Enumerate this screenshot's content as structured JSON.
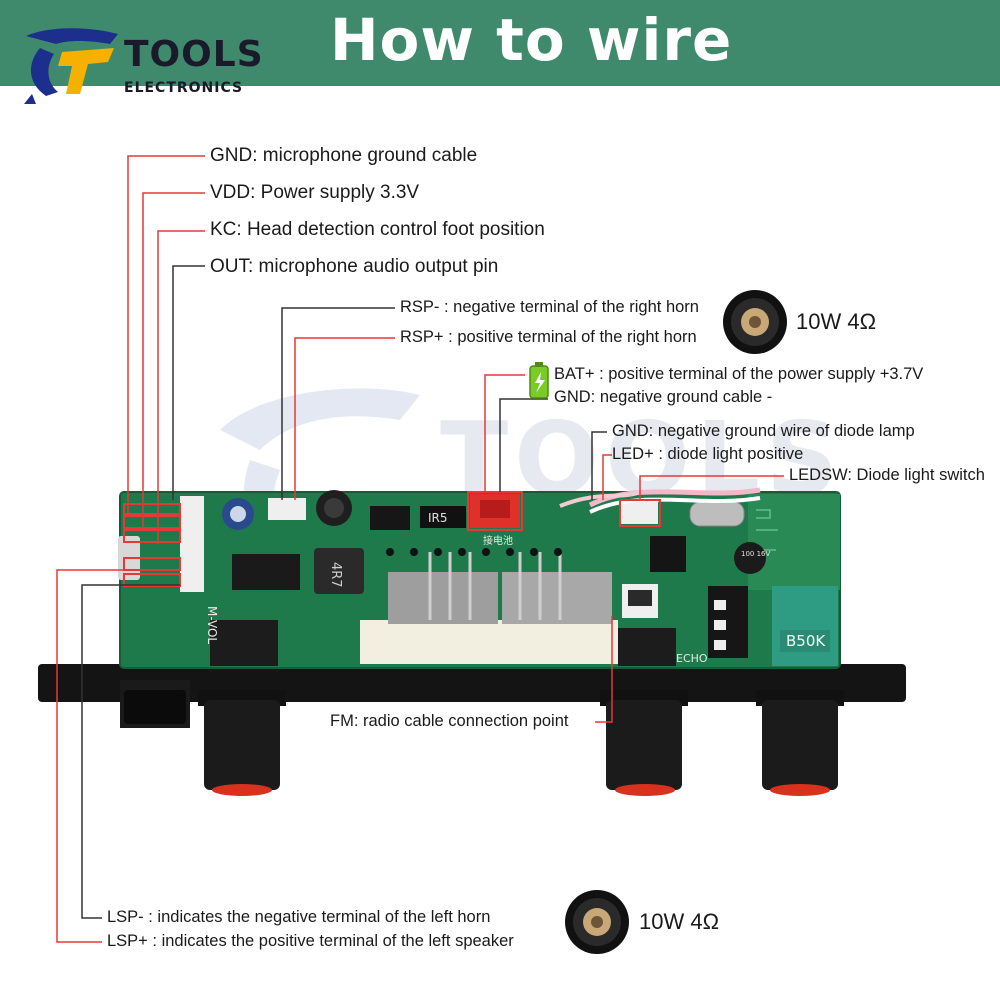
{
  "header": {
    "title": "How to wire",
    "bg_color": "#3f8a6c"
  },
  "logo": {
    "line1": "TOOLS",
    "line2": "ELECTRONICS"
  },
  "watermark": "TOOLS",
  "mic_labels": {
    "gnd": "GND: microphone ground cable",
    "vdd": "VDD: Power supply 3.3V",
    "kc": "KC: Head detection control foot position",
    "out": "OUT: microphone audio output pin"
  },
  "right_speaker": {
    "rsp_minus": "RSP- : negative terminal of the right horn",
    "rsp_plus": "RSP+ : positive terminal of the right horn",
    "rating": "10W 4Ω"
  },
  "power": {
    "bat_plus": "BAT+ : positive terminal of the power supply +3.7V",
    "gnd": "GND: negative ground cable -"
  },
  "diode": {
    "gnd": "GND: negative ground wire of diode lamp",
    "led_plus": "LED+ : diode light positive",
    "ledsw": "LEDSW: Diode light switch"
  },
  "fm": {
    "label": "FM: radio cable connection point"
  },
  "left_speaker": {
    "lsp_minus": "LSP- : indicates the negative terminal of the left horn",
    "lsp_plus": "LSP+ : indicates the positive terminal of the left speaker",
    "rating": "10W 4Ω"
  },
  "board": {
    "chip_ir": "IR5",
    "inductor": "4R7",
    "pot": "B50K",
    "cap": "100 16V",
    "label_vol": "M-VOL",
    "label_echo": "ECHO",
    "label_batt": "接电池"
  },
  "colors": {
    "leader_red": "#e53935",
    "leader_dark": "#333333",
    "pcb_green": "#1e7a4a",
    "header_green": "#3f8a6c"
  }
}
